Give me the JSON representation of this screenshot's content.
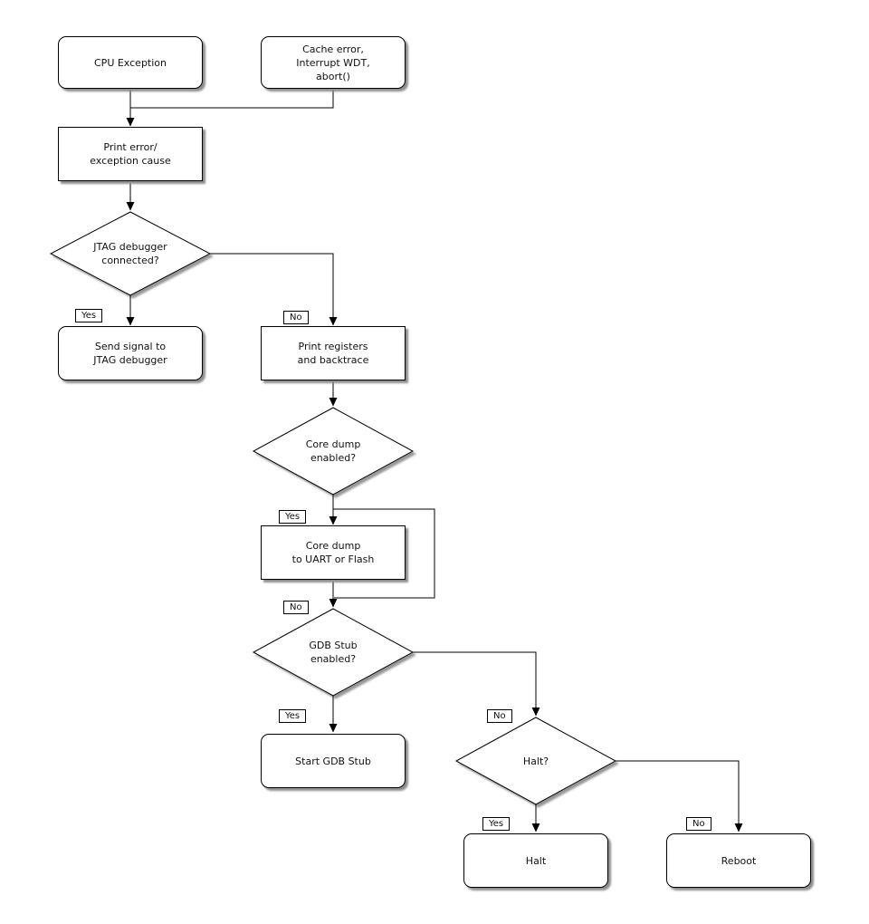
{
  "colors": {
    "background": "#ffffff",
    "shape_fill": "#ffffff",
    "stroke": "#000000",
    "shadow": "#8d8d8d",
    "text": "#111111"
  },
  "nodes": {
    "cpu_exception": {
      "type": "terminal",
      "label": "CPU Exception"
    },
    "cache_error": {
      "type": "terminal",
      "label": "Cache error,\nInterrupt WDT,\nabort()"
    },
    "print_error": {
      "type": "process",
      "label": "Print error/\nexception cause"
    },
    "jtag_connected": {
      "type": "decision",
      "label": "JTAG debugger\nconnected?"
    },
    "send_signal": {
      "type": "terminal",
      "label": "Send signal to\nJTAG debugger"
    },
    "print_registers": {
      "type": "process",
      "label": "Print registers\nand backtrace"
    },
    "core_dump_enabled": {
      "type": "decision",
      "label": "Core dump\nenabled?"
    },
    "core_dump": {
      "type": "process",
      "label": "Core dump\nto UART or Flash"
    },
    "gdb_stub_enabled": {
      "type": "decision",
      "label": "GDB Stub\nenabled?"
    },
    "start_gdb_stub": {
      "type": "terminal",
      "label": "Start GDB Stub"
    },
    "halt_q": {
      "type": "decision",
      "label": "Halt?"
    },
    "halt": {
      "type": "terminal",
      "label": "Halt"
    },
    "reboot": {
      "type": "terminal",
      "label": "Reboot"
    }
  },
  "edges": [
    {
      "from": "cpu_exception",
      "to": "print_error"
    },
    {
      "from": "cache_error",
      "to": "print_error"
    },
    {
      "from": "print_error",
      "to": "jtag_connected"
    },
    {
      "from": "jtag_connected",
      "to": "send_signal",
      "label": "Yes"
    },
    {
      "from": "jtag_connected",
      "to": "print_registers",
      "label": "No"
    },
    {
      "from": "print_registers",
      "to": "core_dump_enabled"
    },
    {
      "from": "core_dump_enabled",
      "to": "core_dump",
      "label": "Yes"
    },
    {
      "from": "core_dump_enabled",
      "to": "gdb_stub_enabled",
      "label": "No"
    },
    {
      "from": "core_dump",
      "to": "gdb_stub_enabled"
    },
    {
      "from": "gdb_stub_enabled",
      "to": "start_gdb_stub",
      "label": "Yes"
    },
    {
      "from": "gdb_stub_enabled",
      "to": "halt_q",
      "label": "No"
    },
    {
      "from": "halt_q",
      "to": "halt",
      "label": "Yes"
    },
    {
      "from": "halt_q",
      "to": "reboot",
      "label": "No"
    }
  ]
}
